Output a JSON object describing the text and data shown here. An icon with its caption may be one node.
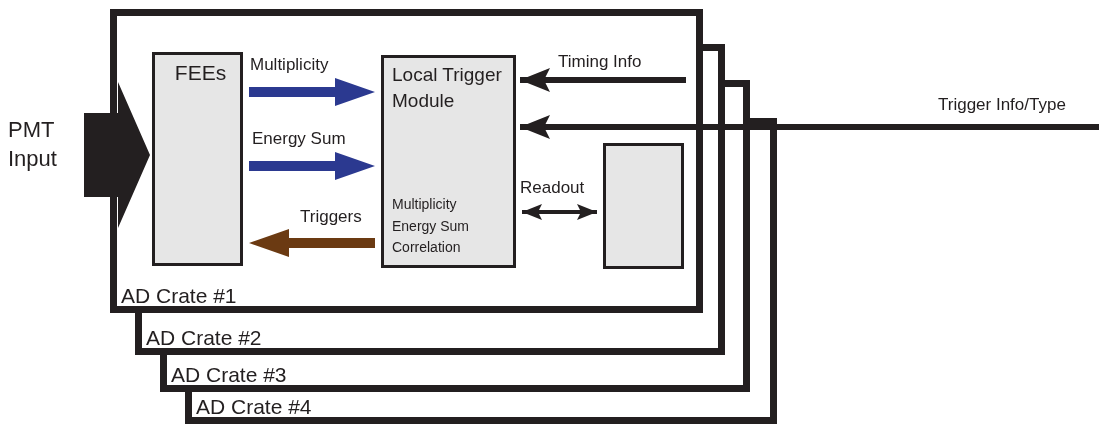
{
  "diagram": {
    "nodes": [
      {
        "text": [
          "AD Crate #1"
        ]
      },
      {
        "text": [
          "FEEs"
        ],
        "in": 0
      },
      {
        "text": [
          "Local Trigger Module",
          "Multiplicity Energy Sum Correlation"
        ],
        "in": 0
      },
      {
        "text": [],
        "shape": "box",
        "in": 0
      },
      {
        "text": [
          "AD Crate #2"
        ]
      },
      {
        "text": [
          "AD Crate #3"
        ]
      },
      {
        "text": [
          "AD Crate #4"
        ]
      },
      {
        "text": [
          "PMT Input"
        ]
      }
    ],
    "edges": [
      {
        "from": 7,
        "to": 1,
        "arrow": "to",
        "style": "thick"
      },
      {
        "from": 1,
        "to": 2,
        "arrow": "to",
        "label": "Multiplicity",
        "style": "thick",
        "color": "#2b3990"
      },
      {
        "from": 1,
        "to": 2,
        "arrow": "to",
        "label": "Energy Sum",
        "style": "thick",
        "color": "#2b3990"
      },
      {
        "from": 2,
        "to": 1,
        "arrow": "to",
        "label": "Triggers",
        "style": "thick",
        "color": "#6b3a12"
      },
      {
        "from": null,
        "to": 2,
        "arrow": "to",
        "label": "Timing Info"
      },
      {
        "from": null,
        "to": 2,
        "arrow": "to",
        "label": "Trigger Info/Type"
      },
      {
        "from": 2,
        "to": 3,
        "arrow": "both",
        "label": "Readout"
      }
    ]
  }
}
